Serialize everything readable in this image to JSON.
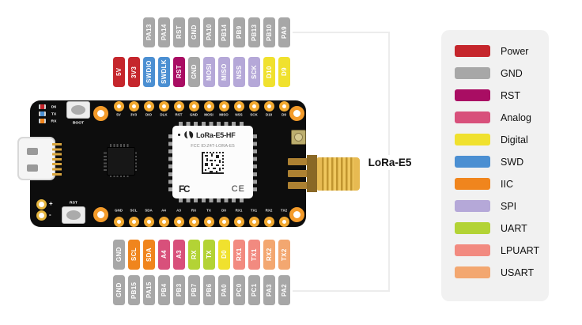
{
  "antenna_label": "LoRa-E5",
  "colors": {
    "power": "#c5262c",
    "gnd": "#a7a7a7",
    "rst": "#a90d63",
    "analog": "#d8507b",
    "digital": "#f0e12e",
    "swd": "#4b8fd2",
    "iic": "#f0851d",
    "spi": "#b5a8d8",
    "uart": "#b3d335",
    "lpuart": "#f28a80",
    "usart": "#f3a770"
  },
  "legend": {
    "items": [
      {
        "label": "Power",
        "type": "power"
      },
      {
        "label": "GND",
        "type": "gnd"
      },
      {
        "label": "RST",
        "type": "rst"
      },
      {
        "label": "Analog",
        "type": "analog"
      },
      {
        "label": "Digital",
        "type": "digital"
      },
      {
        "label": "SWD",
        "type": "swd"
      },
      {
        "label": "IIC",
        "type": "iic"
      },
      {
        "label": "SPI",
        "type": "spi"
      },
      {
        "label": "UART",
        "type": "uart"
      },
      {
        "label": "LPUART",
        "type": "lpuart"
      },
      {
        "label": "USART",
        "type": "usart"
      }
    ]
  },
  "pin_rows": [
    {
      "id": "top_mcu",
      "offset": 2,
      "items": [
        {
          "label": "PA13",
          "type": "gnd"
        },
        {
          "label": "PA14",
          "type": "gnd"
        },
        {
          "label": "RST",
          "type": "gnd"
        },
        {
          "label": "GND",
          "type": "gnd"
        },
        {
          "label": "PA10",
          "type": "gnd"
        },
        {
          "label": "PB14",
          "type": "gnd"
        },
        {
          "label": "PB9",
          "type": "gnd"
        },
        {
          "label": "PB13",
          "type": "gnd"
        },
        {
          "label": "PB10",
          "type": "gnd"
        },
        {
          "label": "PA9",
          "type": "gnd"
        }
      ]
    },
    {
      "id": "top_func",
      "offset": 0,
      "items": [
        {
          "label": "5V",
          "type": "power"
        },
        {
          "label": "3V3",
          "type": "power"
        },
        {
          "label": "SWDIO",
          "type": "swd"
        },
        {
          "label": "SWDLK",
          "type": "swd"
        },
        {
          "label": "RST",
          "type": "rst"
        },
        {
          "label": "GND",
          "type": "gnd"
        },
        {
          "label": "MOSI",
          "type": "spi"
        },
        {
          "label": "MISO",
          "type": "spi"
        },
        {
          "label": "NSS",
          "type": "spi"
        },
        {
          "label": "SCK",
          "type": "spi"
        },
        {
          "label": "D10",
          "type": "digital"
        },
        {
          "label": "D9",
          "type": "digital"
        }
      ]
    },
    {
      "id": "bottom_func",
      "offset": 0,
      "items": [
        {
          "label": "GND",
          "type": "gnd"
        },
        {
          "label": "SCL",
          "type": "iic"
        },
        {
          "label": "SDA",
          "type": "iic"
        },
        {
          "label": "A4",
          "type": "analog"
        },
        {
          "label": "A3",
          "type": "analog"
        },
        {
          "label": "RX",
          "type": "uart"
        },
        {
          "label": "TX",
          "type": "uart"
        },
        {
          "label": "D0",
          "type": "digital"
        },
        {
          "label": "RX1",
          "type": "lpuart"
        },
        {
          "label": "TX1",
          "type": "lpuart"
        },
        {
          "label": "RX2",
          "type": "usart"
        },
        {
          "label": "TX2",
          "type": "usart"
        }
      ]
    },
    {
      "id": "bottom_mcu",
      "offset": 0,
      "items": [
        {
          "label": "GND",
          "type": "gnd"
        },
        {
          "label": "PB15",
          "type": "gnd"
        },
        {
          "label": "PA15",
          "type": "gnd"
        },
        {
          "label": "PB4",
          "type": "gnd"
        },
        {
          "label": "PB3",
          "type": "gnd"
        },
        {
          "label": "PB7",
          "type": "gnd"
        },
        {
          "label": "PB6",
          "type": "gnd"
        },
        {
          "label": "PA0",
          "type": "gnd"
        },
        {
          "label": "PC0",
          "type": "gnd"
        },
        {
          "label": "PC1",
          "type": "gnd"
        },
        {
          "label": "PA3",
          "type": "gnd"
        },
        {
          "label": "PA2",
          "type": "gnd"
        }
      ]
    }
  ],
  "board": {
    "silkscreen_top": [
      "5V",
      "3V3",
      "DIO",
      "DLK",
      "RST",
      "GND",
      "MOSI",
      "MISO",
      "NSS",
      "SCK",
      "D10",
      "D9"
    ],
    "silkscreen_bottom": [
      "GND",
      "SCL",
      "SDA",
      "A4",
      "A3",
      "RX",
      "TX",
      "D0",
      "RX1",
      "TX1",
      "RX2",
      "TX2"
    ],
    "leds": [
      {
        "label": "D6",
        "type": "power"
      },
      {
        "label": "TX",
        "type": "swd"
      },
      {
        "label": "RX",
        "type": "iic"
      }
    ],
    "boot_button": "BOOT",
    "rst_button": "RST",
    "polarity_positive": "+",
    "polarity_negative": "-",
    "module": {
      "name": "LoRa-E5-HF",
      "fcc_id": "FCC ID:Z4T-LORA-E5",
      "fcc_mark": "FC",
      "ce_mark": "CE"
    }
  }
}
